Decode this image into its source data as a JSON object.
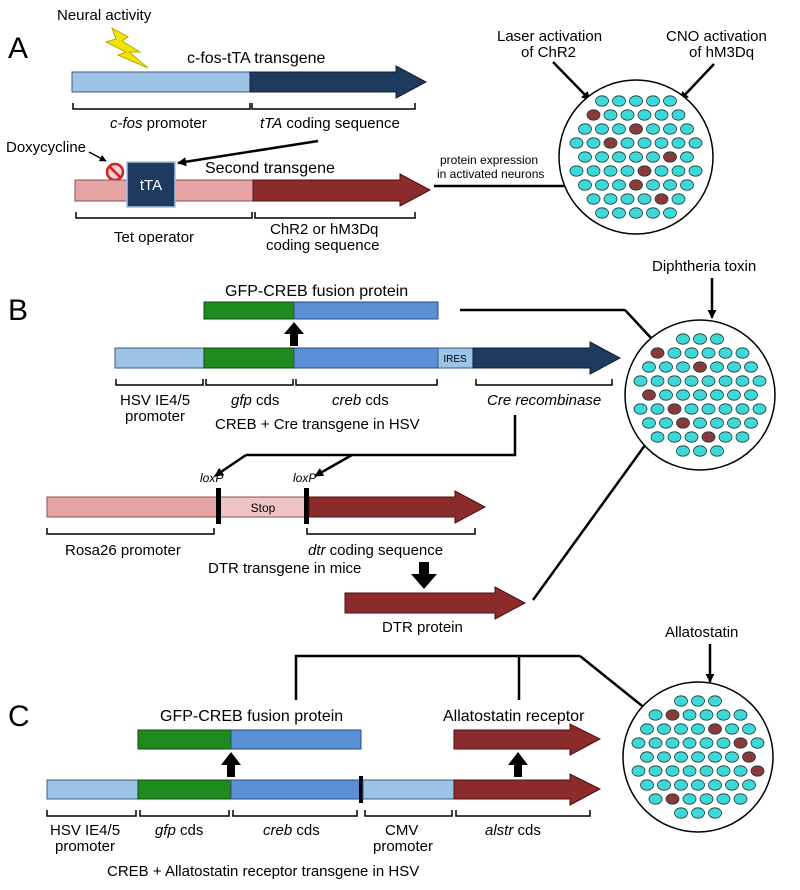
{
  "colors": {
    "light_blue": "#9dc3e6",
    "mid_blue": "#5b8fd6",
    "dark_navy": "#1f3a5f",
    "green": "#1f8b1f",
    "pink": "#e6a3a3",
    "dark_red": "#8b2b2b",
    "cyan_cell": "#3ed8d8",
    "red_cell": "#8b3a3a",
    "bolt_yellow": "#f2e600",
    "no_sign_red": "#cc2222"
  },
  "icons": [
    "lightning-bolt-icon",
    "no-entry-icon"
  ],
  "panelA": {
    "letter": "A",
    "neural_activity": "Neural activity",
    "transgene1_title": "c-fos-tTA transgene",
    "cfos": "c-fos",
    "promoter": " promoter",
    "tta_italic": "tTA",
    "coding_sequence": " coding sequence",
    "doxycycline": "Doxycycline",
    "tta_box": "tTA",
    "transgene2_title": "Second transgene",
    "tet_operator": "Tet operator",
    "chr2_line1": "ChR2 or hM3Dq",
    "chr2_line2": "coding sequence",
    "protein_expr_line1": "protein expression",
    "protein_expr_line2": "in activated neurons",
    "laser_line1": "Laser activation",
    "laser_line2": "of ChR2",
    "cno_line1": "CNO activation",
    "cno_line2": "of hM3Dq"
  },
  "panelB": {
    "letter": "B",
    "fusion_protein": "GFP-CREB fusion protein",
    "ires": "IRES",
    "hsv_line1": "HSV IE4/5",
    "hsv_line2": "promoter",
    "gfp": "gfp",
    "cds": " cds",
    "creb": "creb",
    "cre_recombinase": "Cre recombinase",
    "transgene_caption": "CREB + Cre transgene in HSV",
    "loxp": "loxP",
    "stop": "Stop",
    "rosa26": "Rosa26 promoter",
    "dtr": "dtr",
    "dtr_coding": " coding sequence",
    "dtr_transgene": "DTR transgene in mice",
    "dtr_protein": "DTR protein",
    "diphtheria": "Diphtheria toxin"
  },
  "panelC": {
    "letter": "C",
    "fusion_protein": "GFP-CREB fusion protein",
    "allatostatin_receptor": "Allatostatin receptor",
    "hsv_line1": "HSV IE4/5",
    "hsv_line2": "promoter",
    "gfp": "gfp",
    "cds": " cds",
    "creb": "creb",
    "cmv_line1": "CMV",
    "cmv_line2": "promoter",
    "alstr": "alstr",
    "transgene_caption": "CREB + Allatostatin receptor transgene in HSV",
    "allatostatin": "Allatostatin"
  }
}
